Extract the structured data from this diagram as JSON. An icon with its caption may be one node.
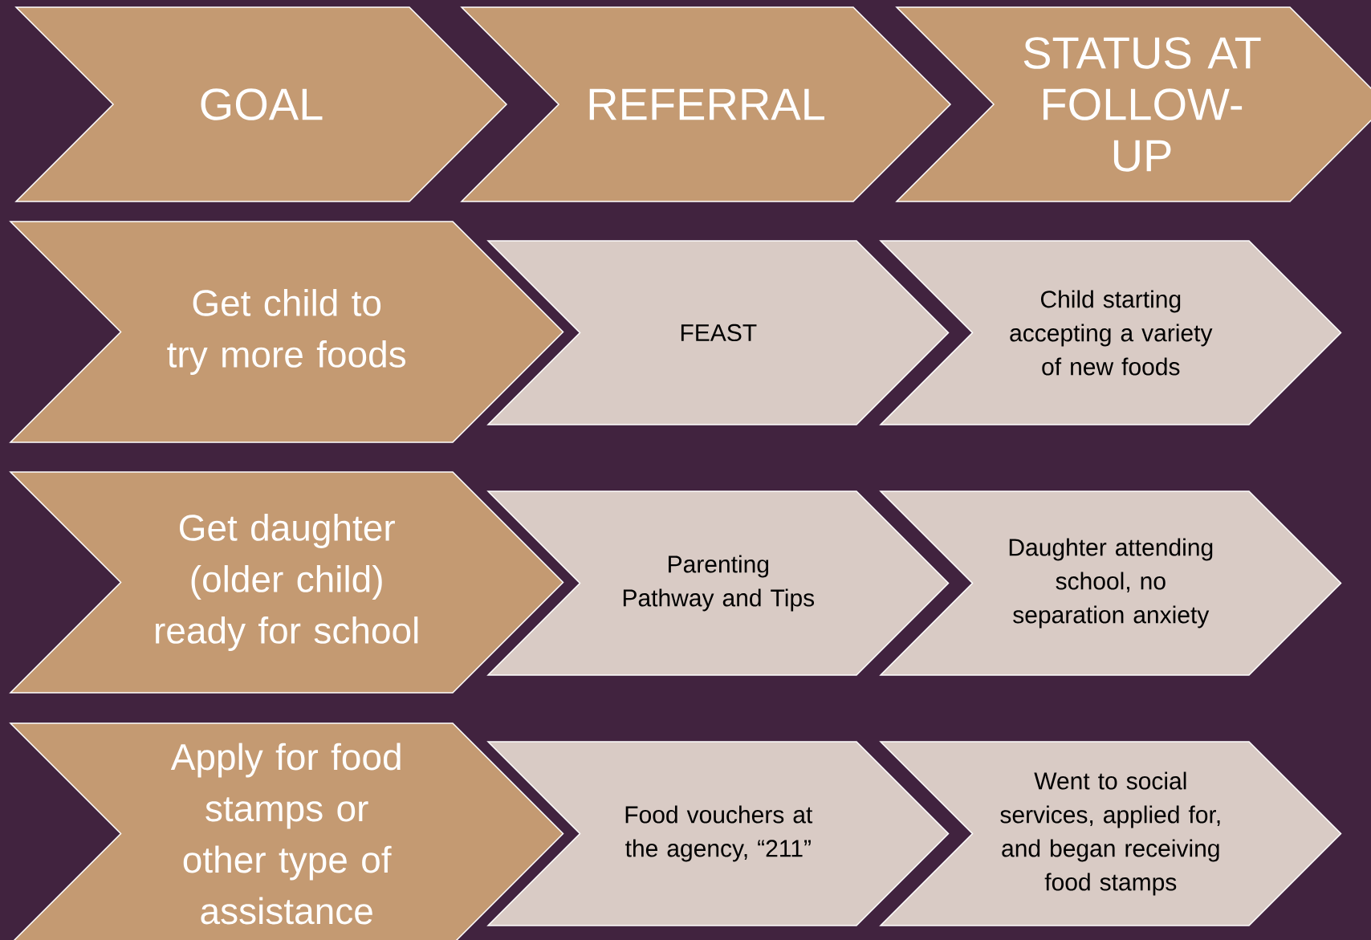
{
  "diagram": {
    "nodes": [
      {
        "text": [
          "GOAL"
        ]
      },
      {
        "text": [
          "REFERRAL"
        ]
      },
      {
        "text": [
          "STATUS AT FOLLOW-UP"
        ]
      },
      {
        "text": [
          "Get child to try more foods"
        ]
      },
      {
        "text": [
          "FEAST"
        ]
      },
      {
        "text": [
          "Child starting accepting a variety of new foods"
        ]
      },
      {
        "text": [
          "Get daughter (older child) ready for school"
        ]
      },
      {
        "text": [
          "Parenting Pathway and Tips"
        ]
      },
      {
        "text": [
          "Daughter attending school, no separation anxiety"
        ]
      },
      {
        "text": [
          "Apply for food stamps or other type of assistance"
        ]
      },
      {
        "text": [
          "Food vouchers at the agency, “211”"
        ]
      },
      {
        "text": [
          "Went to social services, applied for, and began receiving food stamps"
        ]
      }
    ]
  }
}
